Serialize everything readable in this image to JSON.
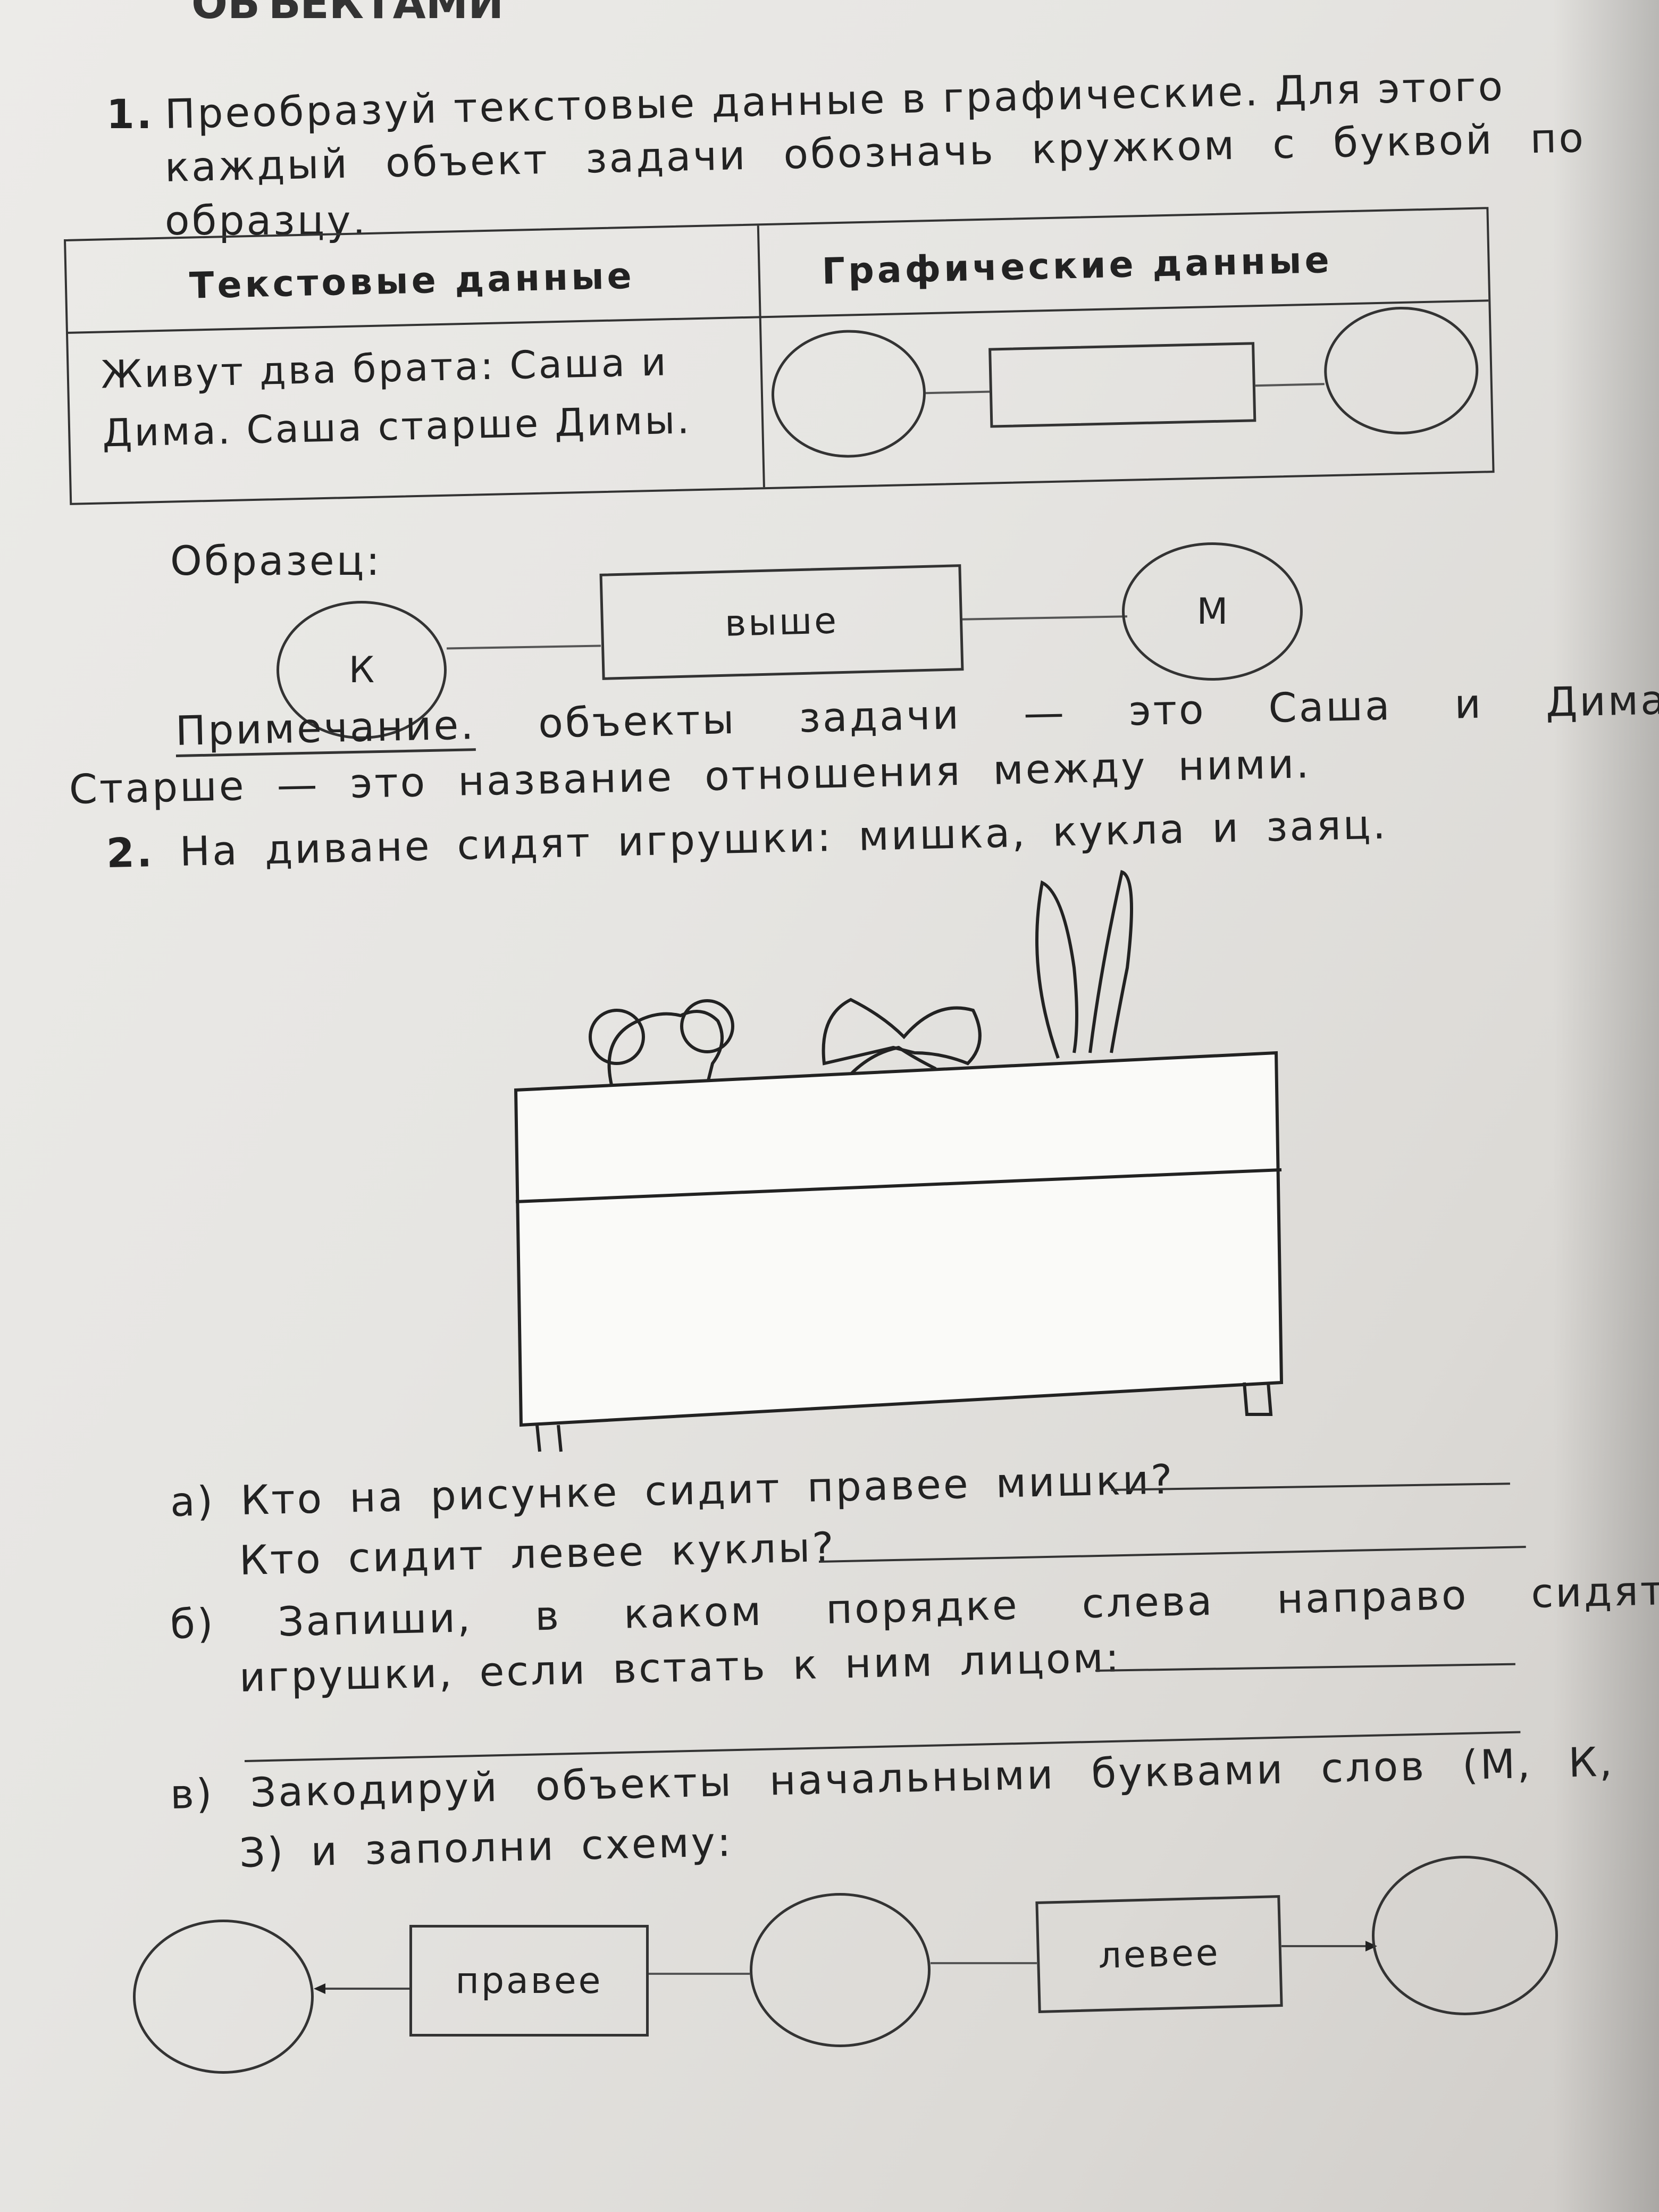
{
  "header": {
    "cut_title": "ОБЪЕКТАМИ"
  },
  "task1": {
    "number": "1.",
    "text_line1": "Преобразуй текстовые данные в графические. Для этого",
    "text_line2": "каждый объект задачи обозначь кружком с буквой по",
    "text_line3": "образцу.",
    "table": {
      "col1_header": "Текстовые данные",
      "col2_header": "Графические данные",
      "row_text_line1": "Живут два брата: Саша и",
      "row_text_line2": "Дима. Саша старше Димы."
    },
    "sample_label": "Образец:",
    "sample": {
      "left_letter": "К",
      "relation": "выше",
      "right_letter": "М"
    },
    "note_label": "Примечание.",
    "note_line1": "объекты задачи — это Саша и Дима.",
    "note_line2": "Старше — это название отношения между ними."
  },
  "task2": {
    "number": "2.",
    "text": "На диване сидят игрушки: мишка, кукла и заяц.",
    "q_a_line1": "а) Кто на рисунке сидит правее мишки?",
    "q_a_line2": "Кто сидит левее куклы?",
    "q_b_line1": "б) Запиши, в каком порядке слева направо сидят",
    "q_b_line2": "игрушки, если встать к ним лицом:",
    "q_c_line1": "в) Закодируй объекты начальными буквами слов (М, К,",
    "q_c_line2": "З) и заполни схему:",
    "scheme": {
      "box1": "правее",
      "box2": "левее"
    }
  }
}
